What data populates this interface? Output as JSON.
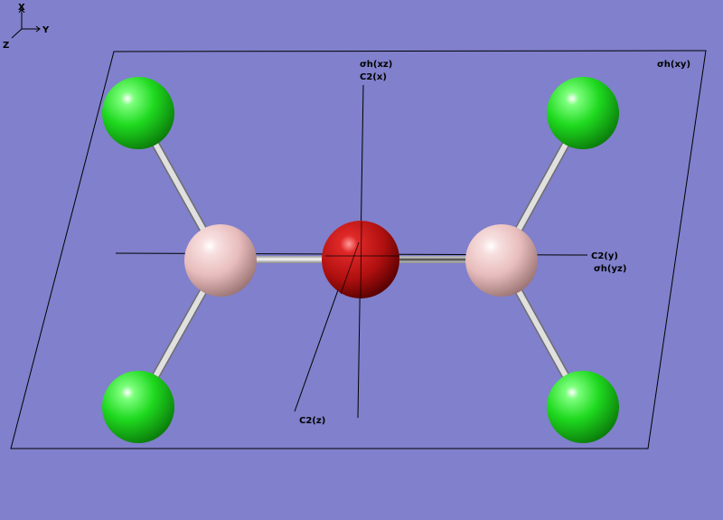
{
  "colors": {
    "background": "#8080cc",
    "chlorine": "#22dd22",
    "boron": "#f0c8c8",
    "oxygen": "#cc1111",
    "bond": "#d8d8d8",
    "line": "#000000"
  },
  "orientation_axes": {
    "x_label": "X",
    "y_label": "Y",
    "z_label": "Z"
  },
  "labels": {
    "sigma_xz": "σh(xz)",
    "c2_x": "C2(x)",
    "sigma_xy": "σh(xy)",
    "c2_y": "C2(y)",
    "sigma_yz": "σh(yz)",
    "c2_z": "C2(z)"
  },
  "atoms": [
    {
      "element": "Cl"
    },
    {
      "element": "Cl"
    },
    {
      "element": "B"
    },
    {
      "element": "O"
    },
    {
      "element": "B"
    },
    {
      "element": "Cl"
    },
    {
      "element": "Cl"
    }
  ]
}
